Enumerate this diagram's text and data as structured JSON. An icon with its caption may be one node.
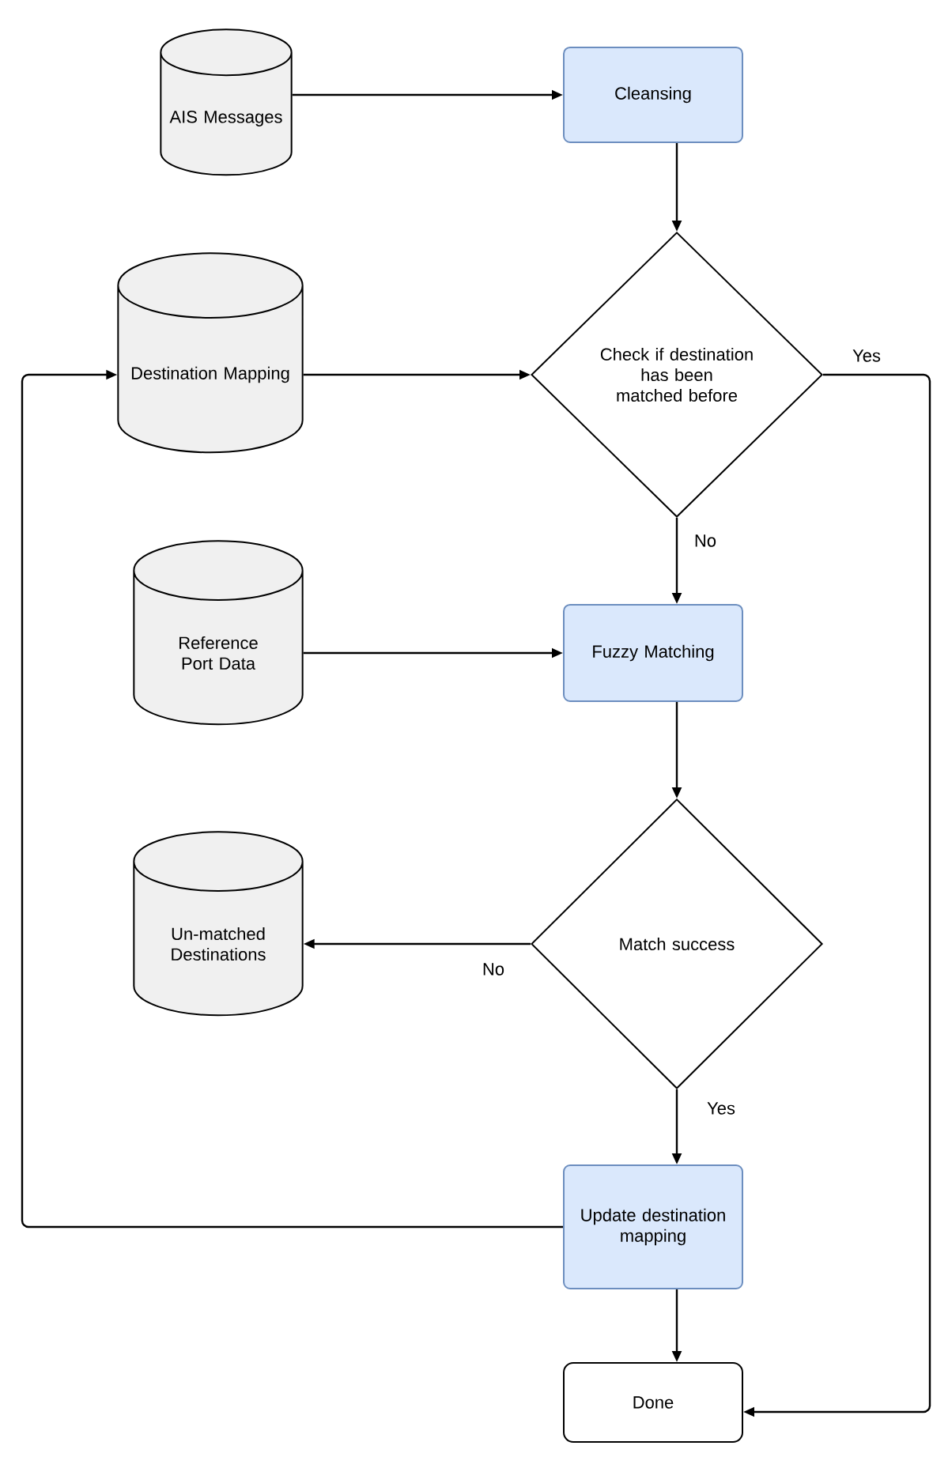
{
  "diagram": {
    "nodes": [
      {
        "text": [
          "AIS Messages"
        ]
      },
      {
        "text": [
          "Cleansing"
        ]
      },
      {
        "text": [
          "Destination Mapping"
        ]
      },
      {
        "text": [
          "Check if destination has been matched before"
        ]
      },
      {
        "text": [
          "Reference Port Data"
        ]
      },
      {
        "text": [
          "Fuzzy Matching"
        ]
      },
      {
        "text": [
          "Un-matched Destinations"
        ]
      },
      {
        "text": [
          "Match success"
        ]
      },
      {
        "text": [
          "Update destination mapping"
        ]
      },
      {
        "text": [
          "Done"
        ]
      }
    ],
    "edges": [
      {
        "from": 0,
        "to": 1,
        "arrow": "to"
      },
      {
        "from": 1,
        "to": 3,
        "arrow": "to"
      },
      {
        "from": 2,
        "to": 3,
        "arrow": "to"
      },
      {
        "from": 3,
        "to": 5,
        "arrow": "to",
        "label": "No"
      },
      {
        "from": 4,
        "to": 5,
        "arrow": "to"
      },
      {
        "from": 5,
        "to": 7,
        "arrow": "to"
      },
      {
        "from": 7,
        "to": 6,
        "arrow": "to",
        "label": "No"
      },
      {
        "from": 7,
        "to": 8,
        "arrow": "to",
        "label": "Yes"
      },
      {
        "from": 8,
        "to": 2,
        "arrow": "to"
      },
      {
        "from": 8,
        "to": 9,
        "arrow": "to"
      },
      {
        "from": 3,
        "to": 9,
        "arrow": "to",
        "label": "Yes"
      }
    ]
  }
}
